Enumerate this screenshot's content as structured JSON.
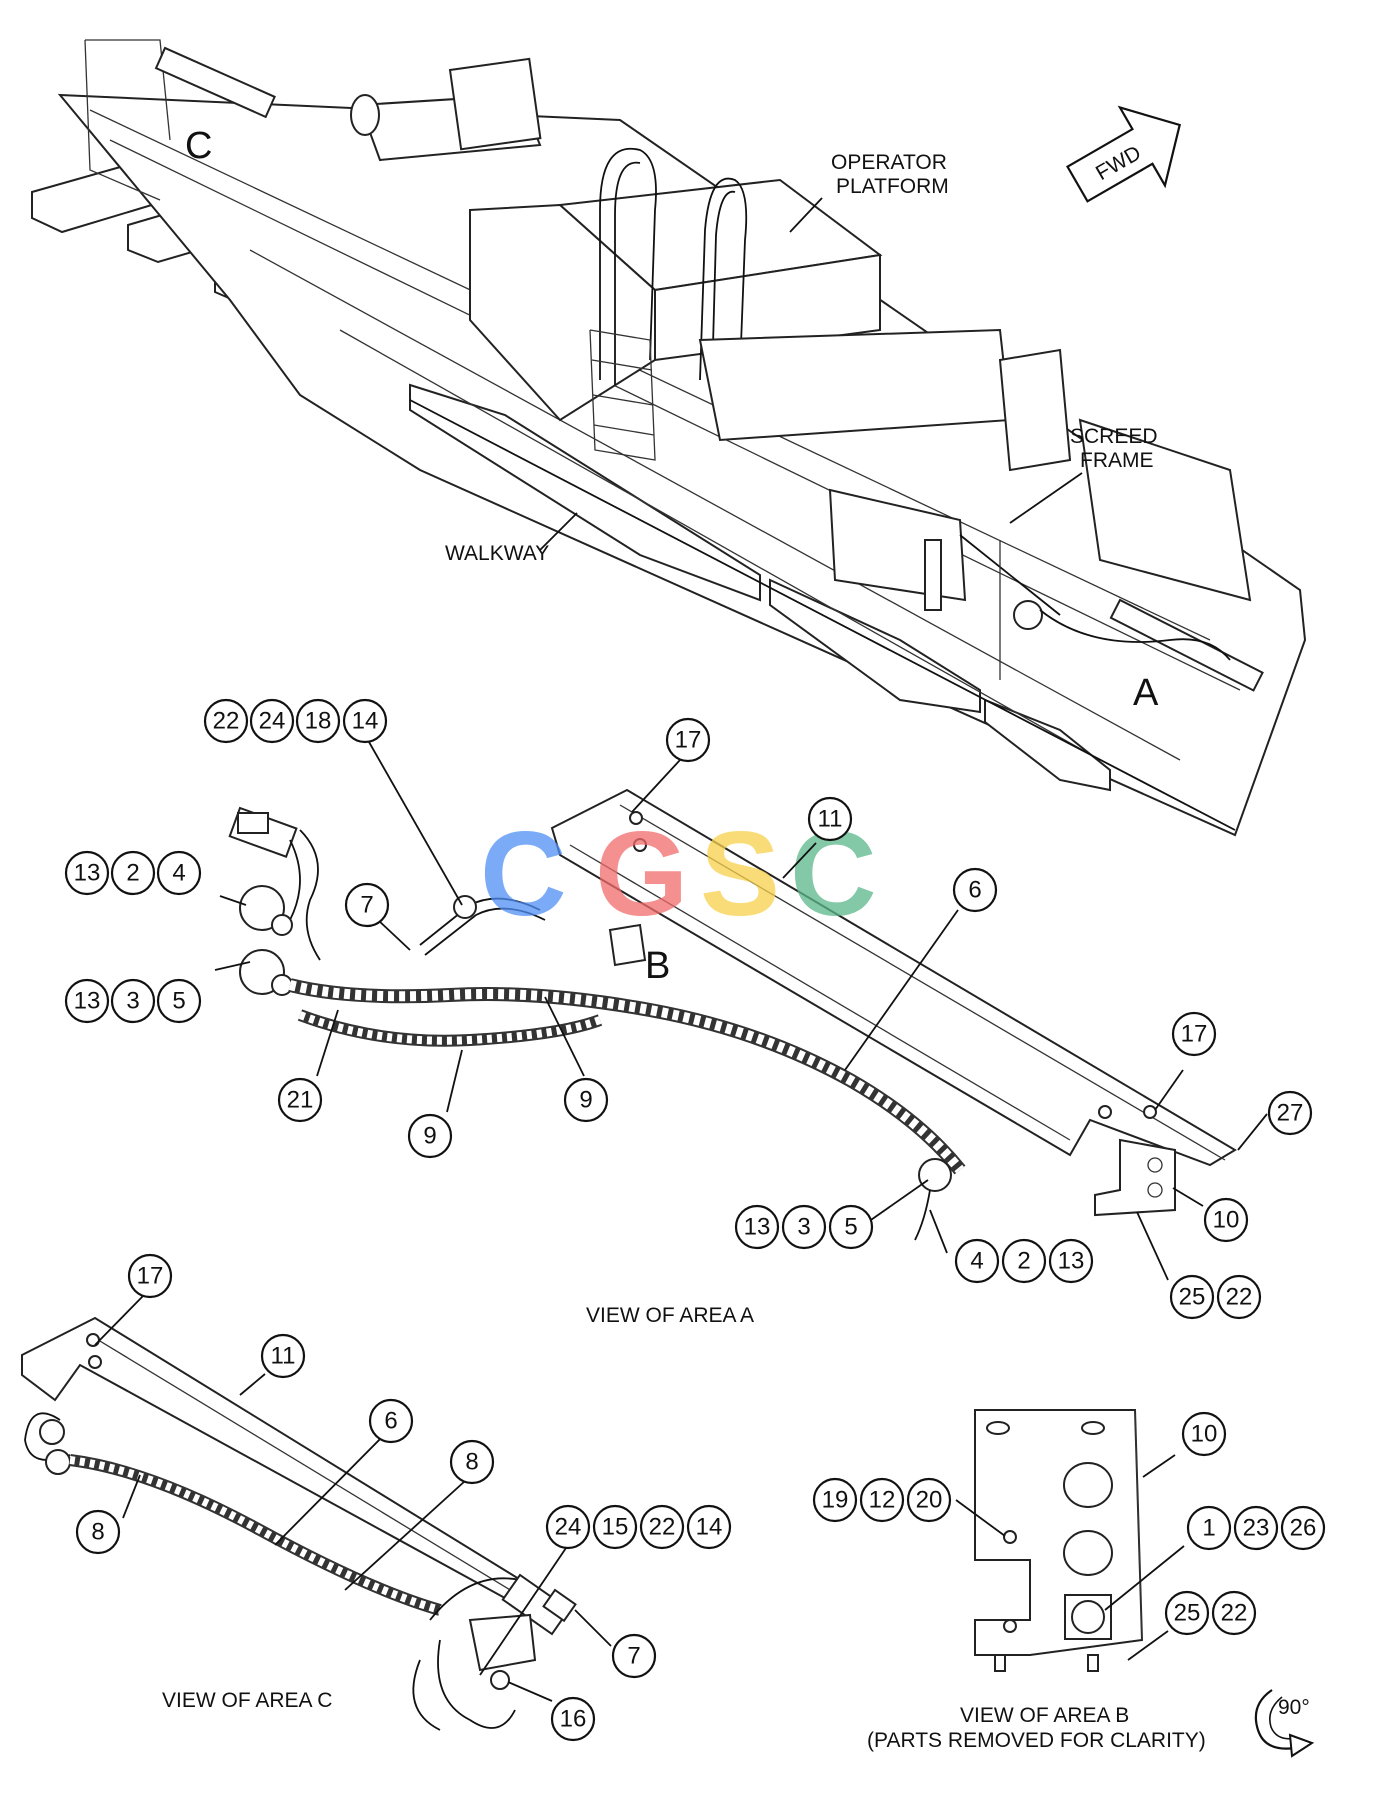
{
  "labels": {
    "operator_platform_1": "OPERATOR",
    "operator_platform_2": "PLATFORM",
    "fwd": "FWD",
    "screed_frame_1": "SCREED",
    "screed_frame_2": "FRAME",
    "walkway": "WALKWAY",
    "area_c_marker": "C",
    "area_a_marker": "A",
    "area_b_marker": "B",
    "view_area_a": "VIEW OF AREA A",
    "view_area_c": "VIEW OF AREA C",
    "view_area_b_1": "VIEW OF AREA B",
    "view_area_b_2": "(PARTS REMOVED FOR CLARITY)",
    "rotate": "90°"
  },
  "watermark": {
    "letters": [
      "C",
      "G",
      "S",
      "C"
    ],
    "colors": [
      "#4f8ff5",
      "#f26b6b",
      "#f7d14a",
      "#5cb88a"
    ]
  },
  "callouts": {
    "a_top": [
      "22",
      "24",
      "18",
      "14"
    ],
    "a_17_top": "17",
    "a_11": "11",
    "a_left1": [
      "13",
      "2",
      "4"
    ],
    "a_7": "7",
    "a_6": "6",
    "a_left2": [
      "13",
      "3",
      "5"
    ],
    "a_21": "21",
    "a_9_right": "9",
    "a_9_left": "9",
    "a_17_right": "17",
    "a_27": "27",
    "a_10": "10",
    "a_bottom1": [
      "13",
      "3",
      "5"
    ],
    "a_bottom2": [
      "4",
      "2",
      "13"
    ],
    "a_25_22": [
      "25",
      "22"
    ],
    "c_17": "17",
    "c_11": "11",
    "c_6": "6",
    "c_8_right": "8",
    "c_8_left": "8",
    "c_group": [
      "24",
      "15",
      "22",
      "14"
    ],
    "c_7": "7",
    "c_16": "16",
    "b_10": "10",
    "b_left": [
      "19",
      "12",
      "20"
    ],
    "b_right": [
      "1",
      "23",
      "26"
    ],
    "b_bottom": [
      "25",
      "22"
    ]
  }
}
